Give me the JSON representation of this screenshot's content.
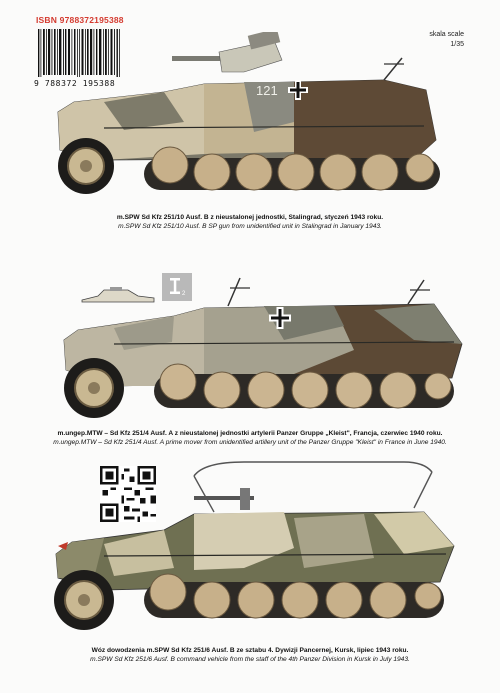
{
  "isbn": "ISBN 9788372195388",
  "barcode_digits": "9 788372 195388",
  "scale": {
    "label": "skala scale",
    "value": "1/35"
  },
  "vehicles": [
    {
      "number": "121",
      "caption_pl": "m.SPW Sd Kfz 251/10 Ausf. B z nieustalonej jednostki, Stalingrad, styczeń 1943 roku.",
      "caption_en": "m.SPW Sd Kfz 251/10 Ausf. B SP gun from unidentified unit in Stalingrad in January 1943."
    },
    {
      "caption_pl": "m.ungep.MTW – Sd Kfz 251/4 Ausf. A z nieustalonej jednostki artylerii Panzer Gruppe „Kleist\", Francja, czerwiec 1940 roku.",
      "caption_en": "m.ungep.MTW – Sd Kfz 251/4 Ausf. A  prime mover from unidentified artillery unit of the Panzer Gruppe \"Kleist\" in France in June 1940."
    },
    {
      "caption_pl": "Wóz dowodzenia m.SPW Sd Kfz 251/6 Ausf. B ze sztabu 4. Dywizji Pancernej, Kursk, lipiec 1943 roku.",
      "caption_en": "m.SPW Sd Kfz 251/6 Ausf. B command vehicle from the staff of the 4th Panzer Division in Kursk in July 1943."
    }
  ],
  "colors": {
    "isbn_red": "#d43a2f",
    "grey": "#7b7869",
    "brown": "#5e4a36",
    "green": "#6f7052",
    "sand": "#cdbf9d"
  }
}
